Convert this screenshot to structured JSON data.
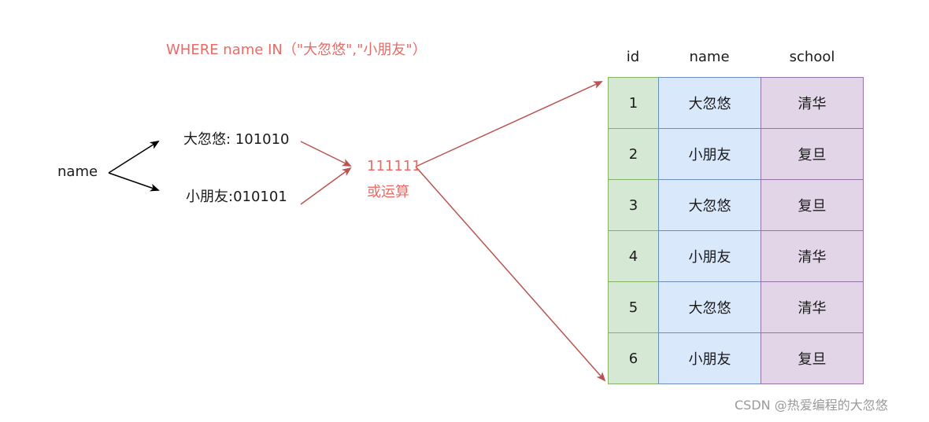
{
  "query": "WHERE name IN（\"大忽悠\",\"小朋友\"）",
  "column_label": "name",
  "bitmaps": [
    {
      "text": "大忽悠: 101010"
    },
    {
      "text": "小朋友:010101"
    }
  ],
  "result": {
    "value": "111111",
    "operation": "或运算"
  },
  "table": {
    "headers": {
      "id": "id",
      "name": "name",
      "school": "school"
    },
    "rows": [
      {
        "id": "1",
        "name": "大忽悠",
        "school": "清华"
      },
      {
        "id": "2",
        "name": "小朋友",
        "school": "复旦"
      },
      {
        "id": "3",
        "name": "大忽悠",
        "school": "复旦"
      },
      {
        "id": "4",
        "name": "小朋友",
        "school": "清华"
      },
      {
        "id": "5",
        "name": "大忽悠",
        "school": "清华"
      },
      {
        "id": "6",
        "name": "小朋友",
        "school": "复旦"
      }
    ]
  },
  "watermark": "CSDN @热爱编程的大忽悠",
  "colors": {
    "highlight": "#ea6b66",
    "arrow_red": "#b85450",
    "id_fill": "#d5e8d4",
    "id_stroke": "#82b366",
    "name_fill": "#dae8fc",
    "name_stroke": "#6c8ebf",
    "school_fill": "#e1d5e7",
    "school_stroke": "#9673a6"
  }
}
